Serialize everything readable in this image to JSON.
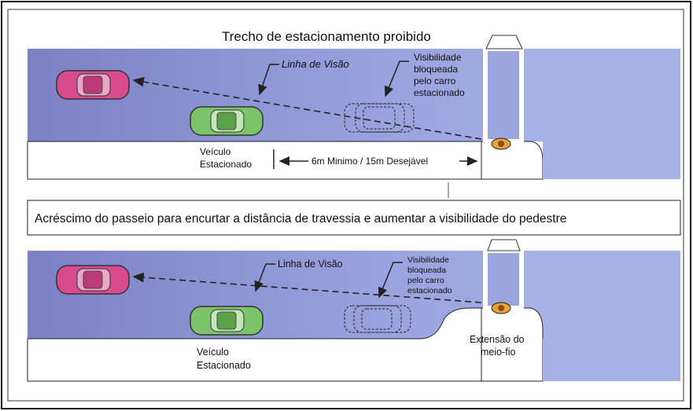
{
  "panel_top": {
    "title": "Trecho de estacionamento proibido",
    "line_of_sight": "Linha de Visão",
    "blocked_visibility": [
      "Visibilidade",
      "bloqueada",
      "pelo carro",
      "estacionado"
    ],
    "parked_vehicle": [
      "Veículo",
      "Estacionado"
    ],
    "distance": "6m Minimo / 15m Desejável"
  },
  "panel_bottom": {
    "title": "Acréscimo do passeio para encurtar a distância de travessia e aumentar a visibilidade do pedestre",
    "line_of_sight": "Linha de Visão",
    "blocked_visibility": [
      "Visibilidade",
      "bloqueada",
      "pelo carro",
      "estacionado"
    ],
    "parked_vehicle": [
      "Veículo",
      "Estacionado"
    ],
    "curb_extension": [
      "Extensão do",
      "meio-fio"
    ]
  },
  "colors": {
    "road": "#8a93d0",
    "road_light": "#a9b3e3",
    "sidewalk": "#ffffff",
    "car_moving": "#d64a8e",
    "car_parked": "#7cc46a",
    "pedestrian": "#e7a23a"
  }
}
